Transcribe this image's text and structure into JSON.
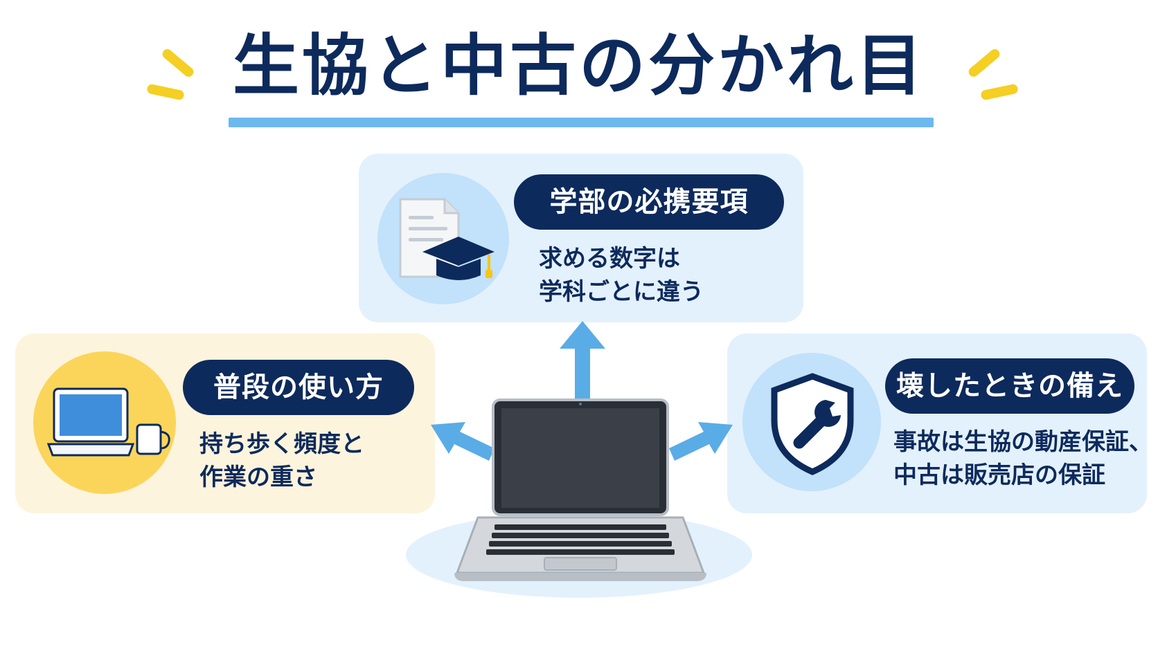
{
  "title": "生協と中古の分かれ目",
  "colors": {
    "navy": "#0d2a5c",
    "accent_blue": "#6cb8ef",
    "arrow_blue": "#5aace6",
    "card_blue": "#e3f1fd",
    "card_yellow": "#fdf4dd",
    "circle_yellow": "#fbd55a",
    "spark_yellow": "#f5cf22"
  },
  "center": {
    "icon": "laptop-icon"
  },
  "factors": [
    {
      "id": "requirements",
      "label": "学部の必携要項",
      "desc_line1": "求める数字は",
      "desc_line2": "学科ごとに違う",
      "icon": "document-graduation-cap-icon"
    },
    {
      "id": "usage",
      "label": "普段の使い方",
      "desc_line1": "持ち歩く頻度と",
      "desc_line2": "作業の重さ",
      "icon": "laptop-mug-icon"
    },
    {
      "id": "breakage",
      "label": "壊したときの備え",
      "desc_line1": "事故は生協の動産保証、",
      "desc_line2": "中古は販売店の保証",
      "icon": "shield-wrench-icon"
    }
  ]
}
